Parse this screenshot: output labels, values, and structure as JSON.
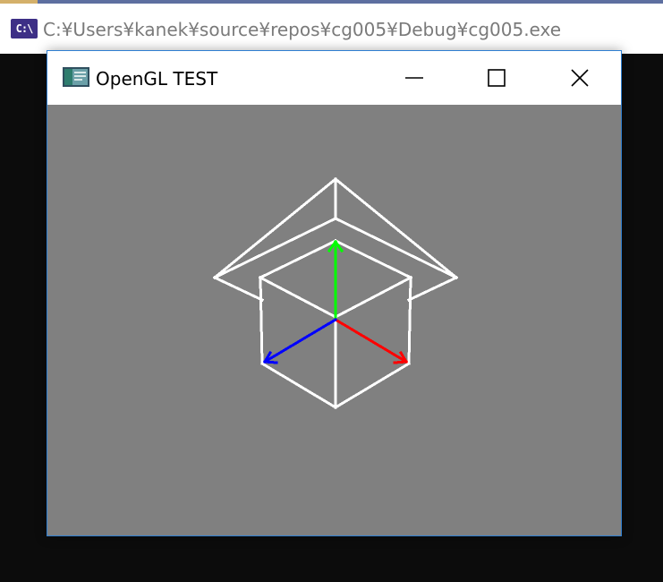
{
  "console_window": {
    "title": "C:¥Users¥kanek¥source¥repos¥cg005¥Debug¥cg005.exe",
    "icon_text": "C:\\",
    "icon": "console-icon"
  },
  "gl_window": {
    "title": "OpenGL TEST",
    "icon": "opengl-app-icon",
    "buttons": {
      "minimize": "minimize-icon",
      "maximize": "maximize-icon",
      "close": "close-icon"
    },
    "viewport": {
      "background_color": "#808080",
      "wireframe_color": "#ffffff",
      "axis_colors": {
        "x": "#ff0000",
        "y": "#00ff00",
        "z": "#0000ff"
      }
    }
  }
}
